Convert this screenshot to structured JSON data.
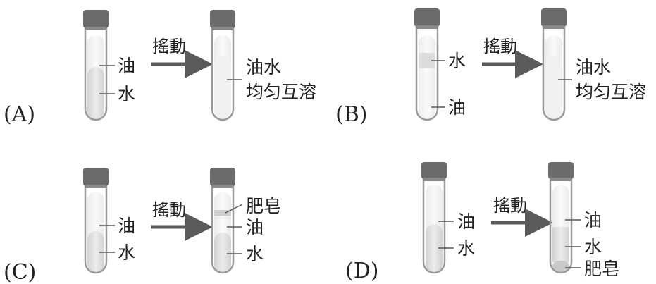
{
  "verb": "搖動",
  "options": [
    {
      "letter": "(A)",
      "before": {
        "upper": "油",
        "lower": "水"
      },
      "after": {
        "line1": "油水",
        "line2": "均匀互溶"
      }
    },
    {
      "letter": "(B)",
      "before": {
        "upper": "水",
        "lower": "油"
      },
      "after": {
        "line1": "油水",
        "line2": "均匀互溶"
      }
    },
    {
      "letter": "(C)",
      "before": {
        "upper": "油",
        "lower": "水"
      },
      "after": {
        "top": "肥皂",
        "middle": "油",
        "bottom": "水"
      }
    },
    {
      "letter": "(D)",
      "before": {
        "upper": "油",
        "lower": "水"
      },
      "after": {
        "top": "油",
        "middle": "水",
        "bottom": "肥皂"
      }
    }
  ],
  "colors": {
    "cap": "#6b6b6b",
    "glass": "#9a9a9a",
    "liquid_light": "#f4f4f4",
    "liquid_dark": "#e2e2e2",
    "soap_band": "#c9c9c9",
    "arrow": "#5a5a5a"
  }
}
